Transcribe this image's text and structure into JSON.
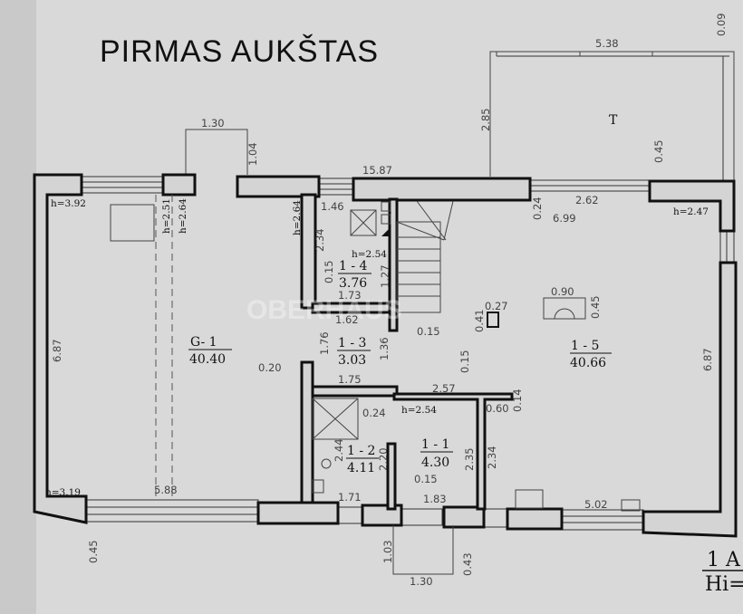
{
  "title": "PIRMAS AUKŠTAS",
  "watermark": "OBERHAUS",
  "terrace": {
    "label": "T",
    "width": "5.38",
    "depth": "2.85",
    "offset": "0.09",
    "step": "0.45"
  },
  "rooms": [
    {
      "id": "G- 1",
      "area": "40.40"
    },
    {
      "id": "1 - 4",
      "area": "3.76"
    },
    {
      "id": "1 - 3",
      "area": "3.03"
    },
    {
      "id": "1 - 2",
      "area": "4.11"
    },
    {
      "id": "1 - 1",
      "area": "4.30"
    },
    {
      "id": "1 - 5",
      "area": "40.66"
    }
  ],
  "heights": {
    "g1_corner": "h=3.92",
    "g1_a": "h=2.51",
    "g1_b": "h=2.64",
    "g1_c": "h=2.64",
    "r14": "h=2.54",
    "r11": "h=2.54",
    "r15": "h=2.47",
    "g1_bottom": "h=3.19"
  },
  "dimensions": {
    "porch_top_width": "1.30",
    "porch_top_depth": "1.04",
    "total_width": "15.87",
    "g1_height": "6.87",
    "g1_width": "5.88",
    "g1_wall": "0.20",
    "g1_bottom_offset": "0.45",
    "r14_width": "1.46",
    "r14_height": "2.34",
    "r14_a": "0.15",
    "r14_b": "1.73",
    "r14_c": "1.27",
    "r13_top": "1.62",
    "r13_height": "1.76",
    "r13_bottom": "1.75",
    "r13_right": "1.36",
    "r13_wall": "0.15",
    "r12_a": "0.24",
    "r12_height": "2.44",
    "r12_b": "2.20",
    "r12_width": "1.71",
    "r11_top": "2.57",
    "r11_height": "2.35",
    "r11_wall": "0.15",
    "r11_width": "1.83",
    "r15_top_wall": "0.24",
    "r15_window": "2.62",
    "r15_width": "6.99",
    "r15_height": "6.87",
    "r15_a": "0.15",
    "r15_b": "0.60",
    "r15_c": "0.14",
    "r15_d": "2.34",
    "r15_bottom": "5.02",
    "fireplace_w": "0.90",
    "fireplace_d": "0.45",
    "column_w": "0.27",
    "column_d": "0.41",
    "porch_bottom_depth": "1.03",
    "porch_bottom_width": "1.30",
    "porch_bottom_step": "0.43"
  },
  "stamp": {
    "line1": "1 A",
    "line2": "Hi="
  }
}
